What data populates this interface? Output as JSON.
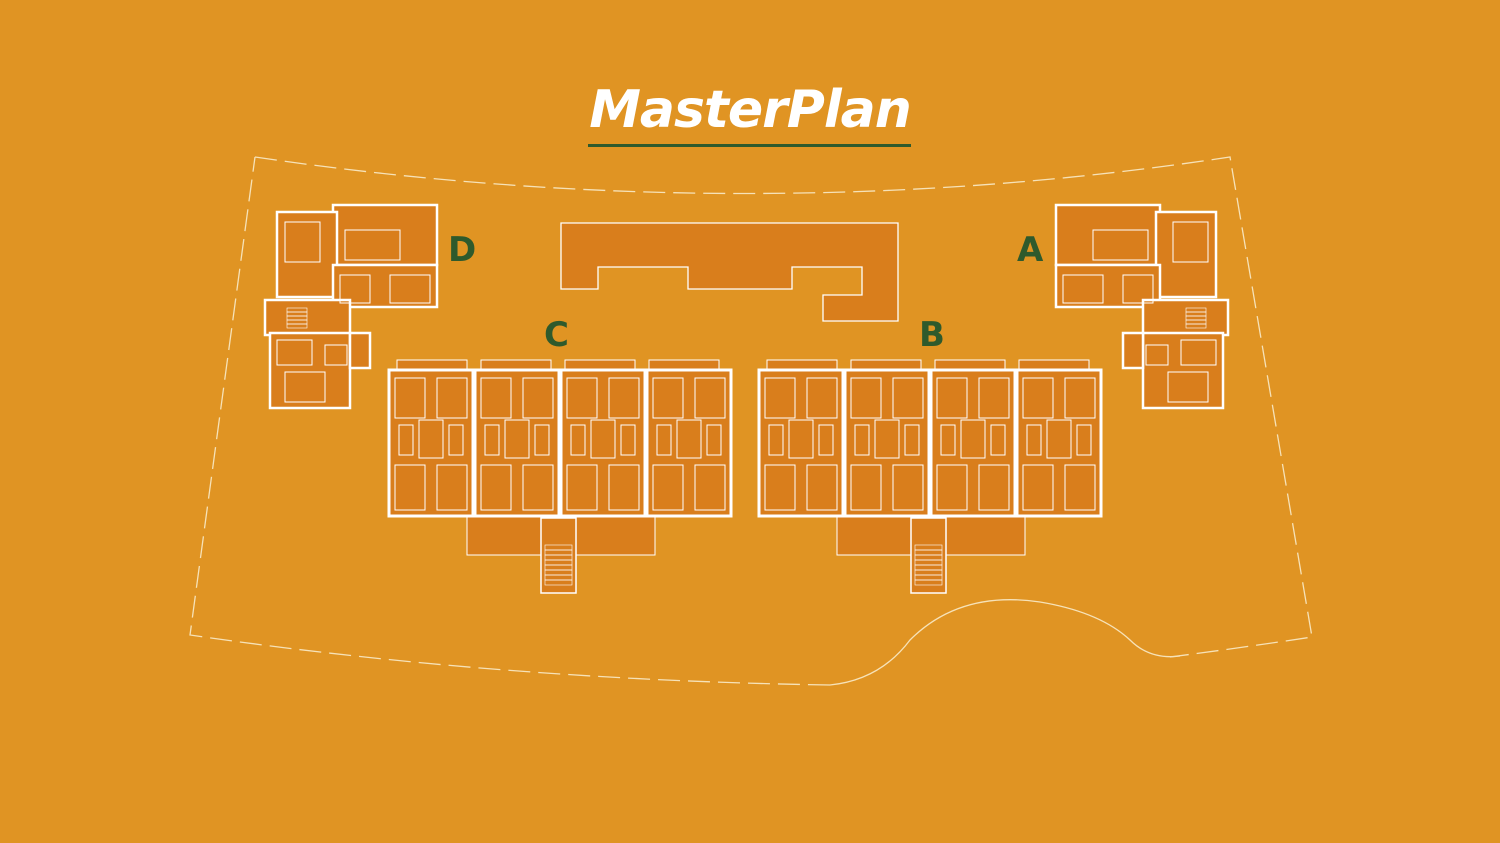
{
  "title": "MasterPlan",
  "colors": {
    "background": "#E09423",
    "building": "#D97E1C",
    "accent": "#2F5A2C",
    "lines": "#FFFFFF"
  },
  "blocks": [
    {
      "id": "block-d",
      "label": "D"
    },
    {
      "id": "block-a",
      "label": "A"
    },
    {
      "id": "block-c",
      "label": "C"
    },
    {
      "id": "block-b",
      "label": "B"
    }
  ],
  "amenity": {
    "name": "central-building"
  }
}
